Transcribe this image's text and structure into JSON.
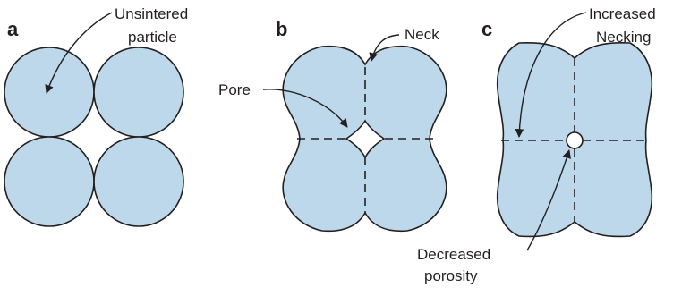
{
  "panels": {
    "a": {
      "letter": "a",
      "label_unsintered": [
        "Unsintered",
        "particle"
      ]
    },
    "b": {
      "letter": "b",
      "label_neck": "Neck",
      "label_pore": "Pore"
    },
    "c": {
      "letter": "c",
      "label_increased_necking": [
        "Increased",
        "Necking"
      ],
      "label_decreased_porosity": [
        "Decreased",
        "porosity"
      ]
    }
  },
  "colors": {
    "particle_fill": "#bcd8ea",
    "outline": "#231f20",
    "background": "#ffffff"
  }
}
